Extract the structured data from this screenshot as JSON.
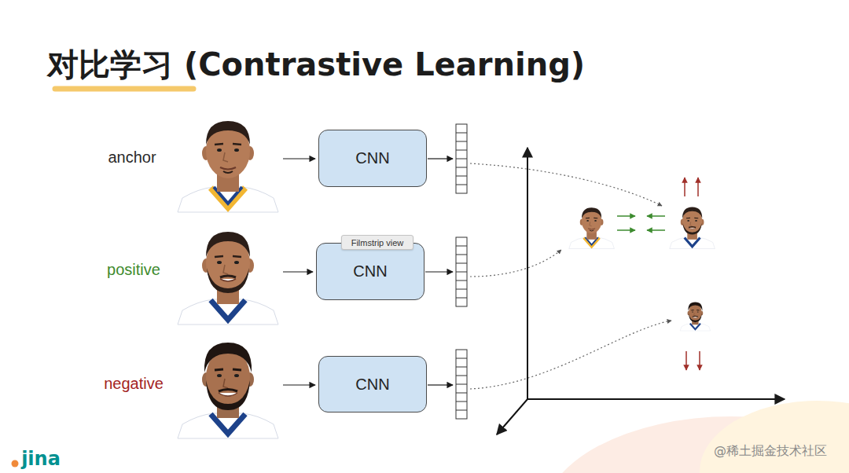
{
  "diagram": {
    "title": "对比学习 (Contrastive Learning)",
    "nodes": [
      {
        "text": [
          "CNN"
        ]
      },
      {
        "text": [
          "CNN"
        ]
      },
      {
        "text": [
          "Filmstrip view"
        ]
      },
      {
        "text": [
          "CNN"
        ]
      }
    ],
    "labels": [
      "anchor",
      "positive",
      "negative",
      "jina",
      "@稀土掘金技术社区"
    ]
  }
}
